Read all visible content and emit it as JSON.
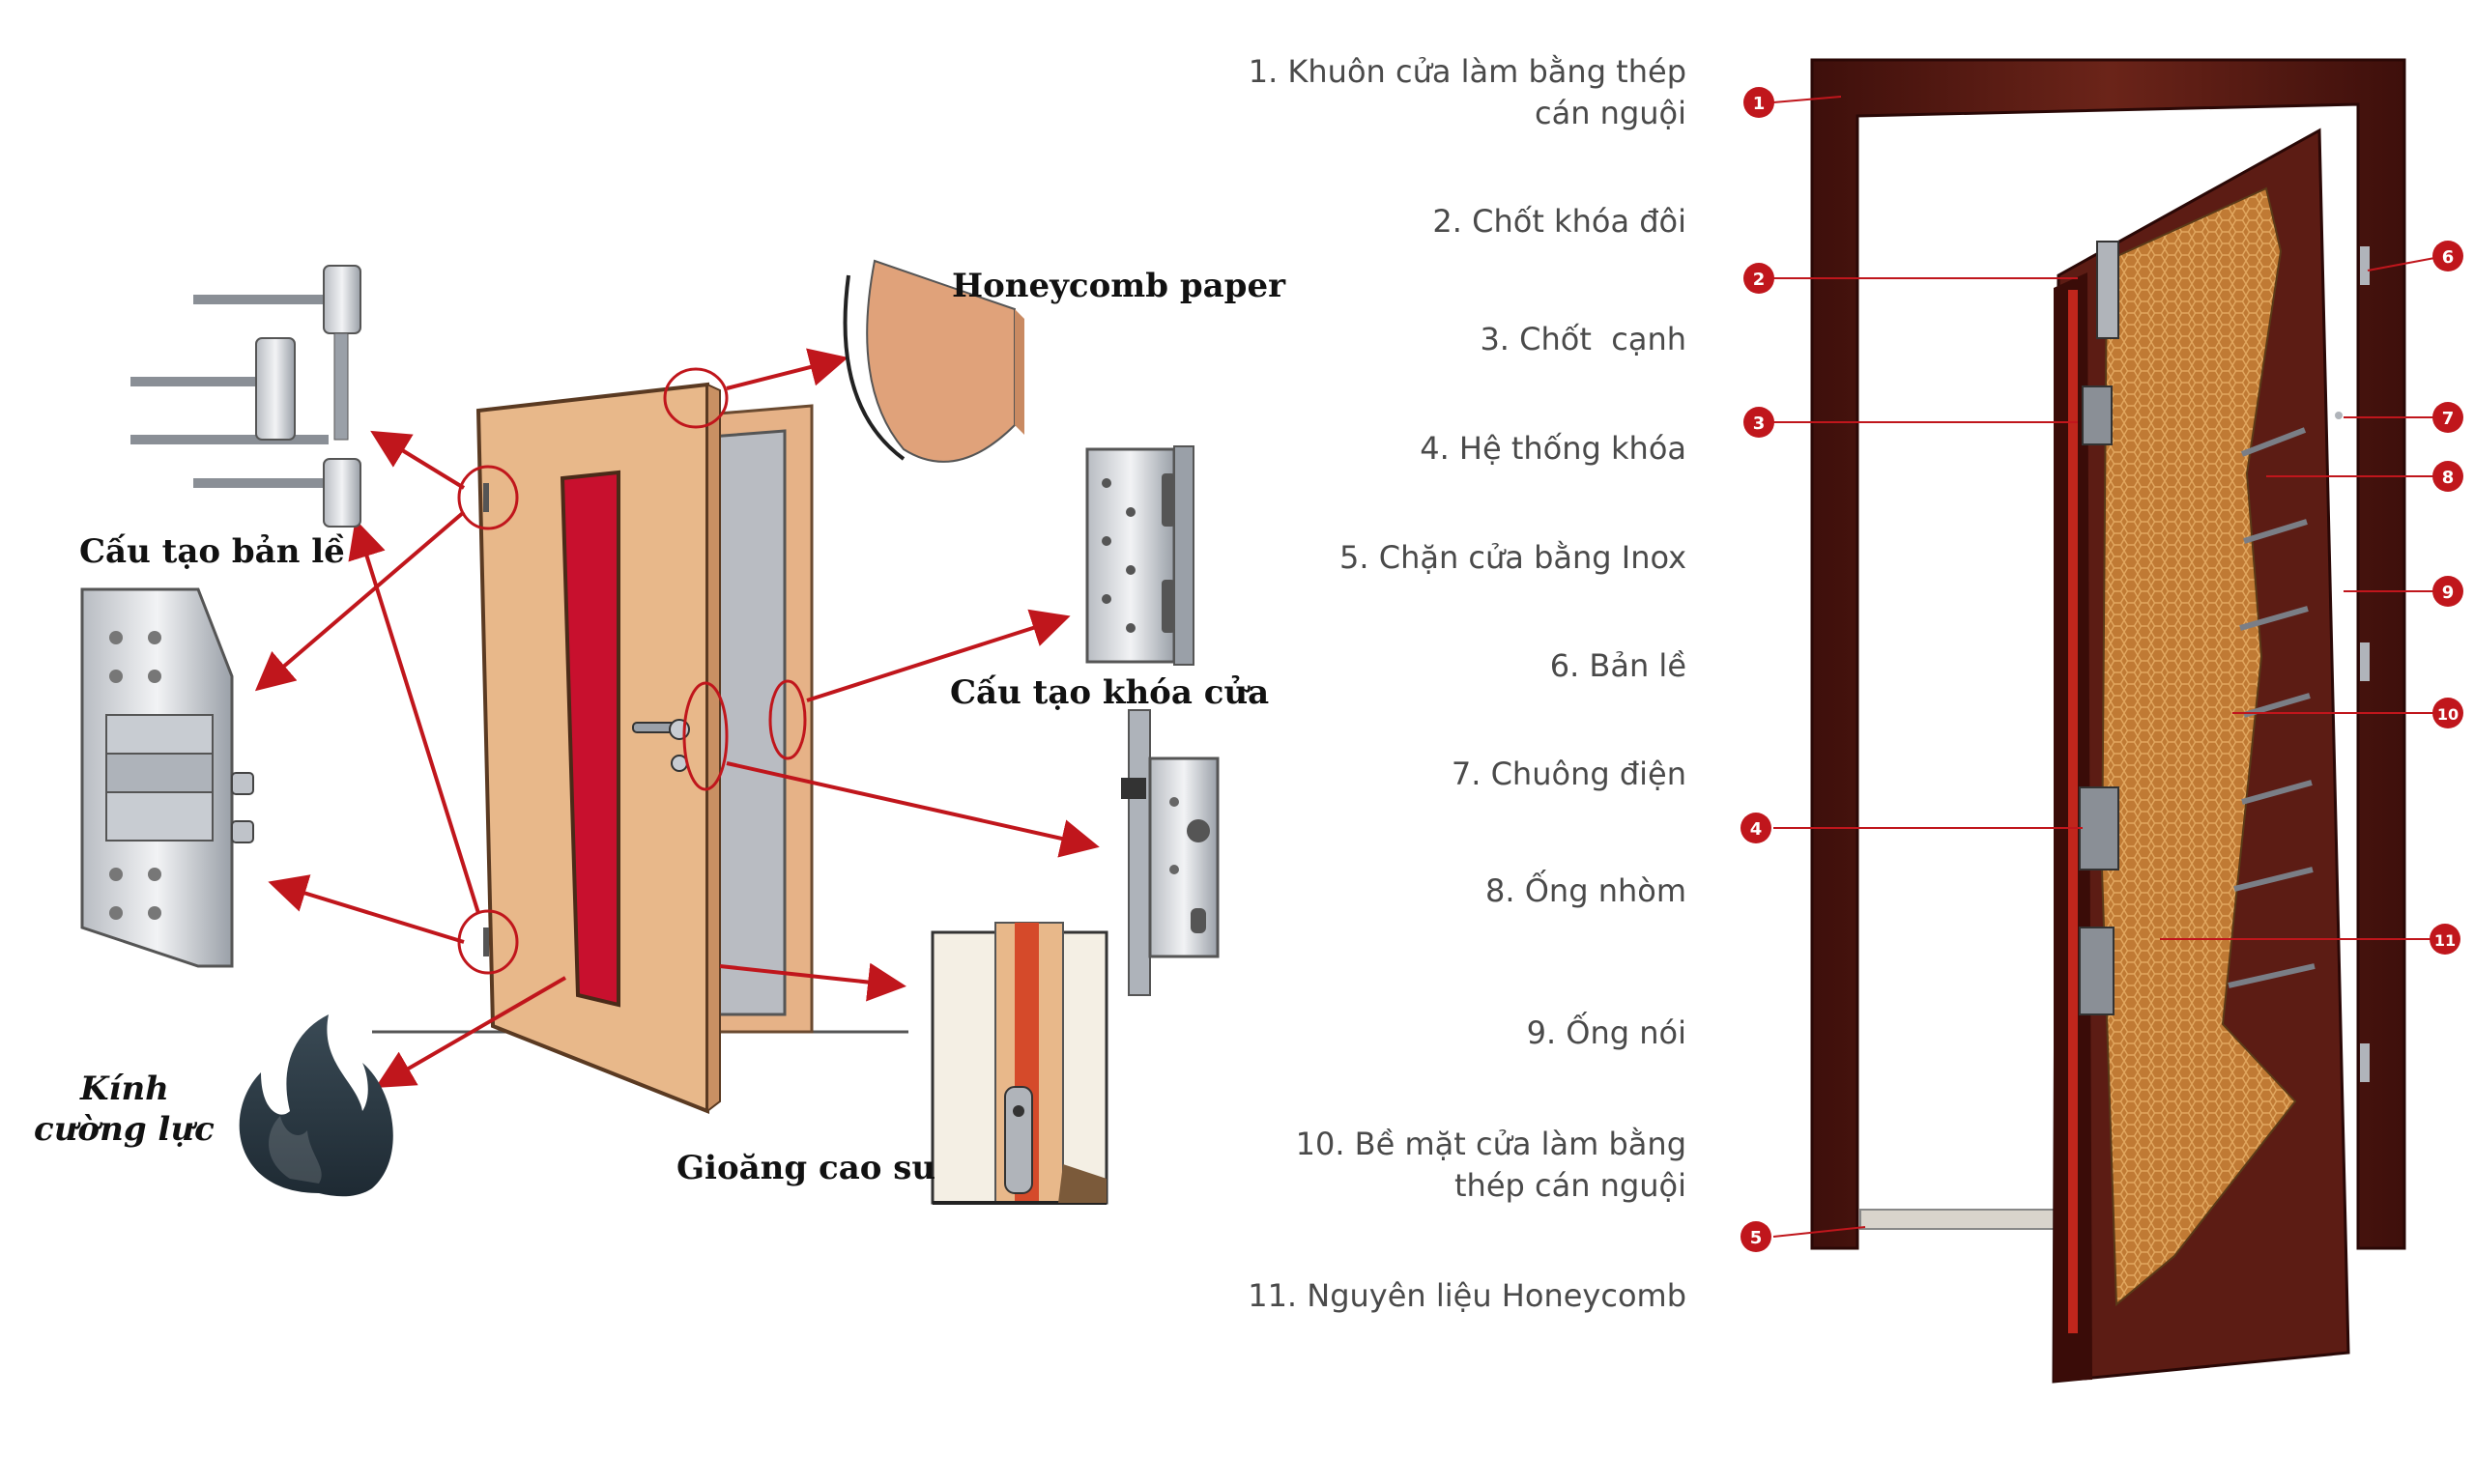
{
  "left_panel": {
    "labels": {
      "hinge": "Cấu tạo bản lề",
      "honeycomb": "Honeycomb paper",
      "lock": "Cấu tạo khóa cửa",
      "glass_line1": "Kính",
      "glass_line2": "cường lực",
      "gasket": "Gioăng cao su"
    }
  },
  "right_panel": {
    "legend": [
      {
        "n": "1",
        "lines": [
          "1. Khuôn cửa làm bằng thép",
          "cán nguội"
        ]
      },
      {
        "n": "2",
        "lines": [
          "2. Chốt khóa đôi"
        ]
      },
      {
        "n": "3",
        "lines": [
          "3. Chốt  cạnh"
        ]
      },
      {
        "n": "4",
        "lines": [
          "4. Hệ thống khóa"
        ]
      },
      {
        "n": "5",
        "lines": [
          "5. Chặn cửa bằng Inox"
        ]
      },
      {
        "n": "6",
        "lines": [
          "6. Bản lề"
        ]
      },
      {
        "n": "7",
        "lines": [
          "7. Chuông điện"
        ]
      },
      {
        "n": "8",
        "lines": [
          "8. Ống nhòm"
        ]
      },
      {
        "n": "9",
        "lines": [
          "9. Ống nói"
        ]
      },
      {
        "n": "10",
        "lines": [
          "10. Bề mặt cửa làm bằng",
          "thép cán nguội"
        ]
      },
      {
        "n": "11",
        "lines": [
          "11. Nguyên liệu Honeycomb"
        ]
      }
    ],
    "markers": [
      "1",
      "2",
      "3",
      "4",
      "5",
      "6",
      "7",
      "8",
      "9",
      "10",
      "11"
    ]
  },
  "colors": {
    "arrow_red": "#c0161c",
    "door_orange": "#e8b88a",
    "glass_red": "#c8102e",
    "steel_frame": "#5a1a14",
    "honeycomb": "#c88440",
    "marker_red": "#c0161c"
  }
}
